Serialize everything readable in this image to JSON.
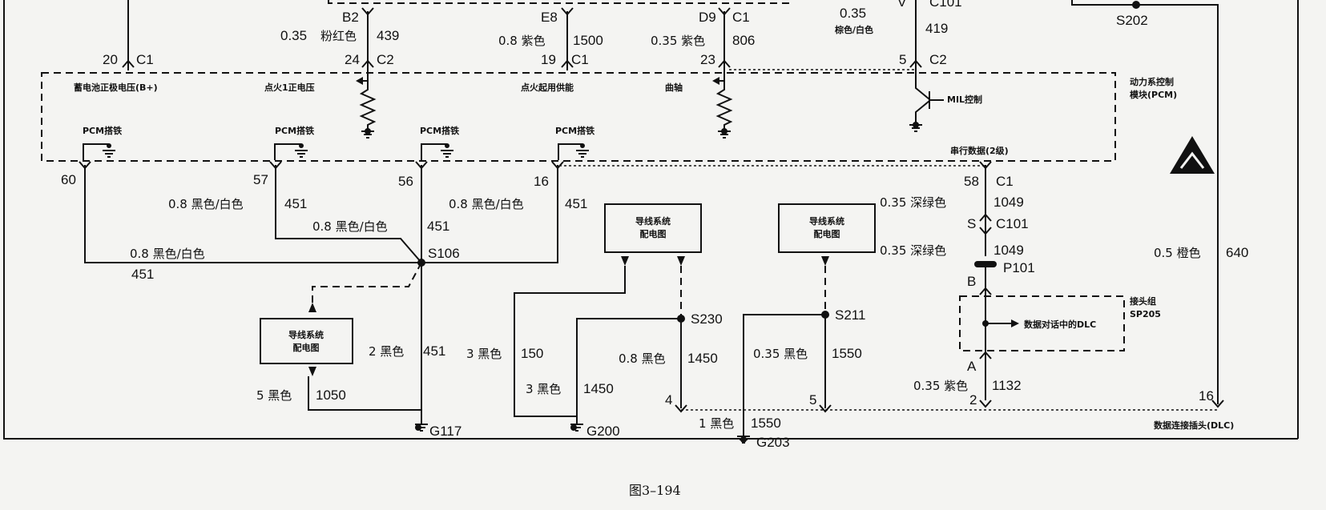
{
  "figure": {
    "caption": "图3–194"
  },
  "pcm": {
    "title_line1": "动力系控制",
    "title_line2": "模块(PCM)",
    "battery": "蓄电池正极电压(B+)",
    "ign1": "点火1正电压",
    "crank_enable": "点火起用供能",
    "crank": "曲轴",
    "mil": "MIL控制",
    "serial": "串行数据(2级)",
    "pcm_ground": "PCM搭铁"
  },
  "top": {
    "c101_letter": "V",
    "c101": "C101",
    "s202": "S202",
    "b2": "B2",
    "b2_gauge": "0.35",
    "b2_color": "粉红色",
    "b2_circuit": "439",
    "b2_pin": "24",
    "b2_conn": "C2",
    "e8": "E8",
    "e8_desc": "0.8 紫色",
    "e8_circuit": "1500",
    "e8_pin": "19",
    "e8_conn": "C1",
    "d9": "D9",
    "d9_conn_top": "C1",
    "d9_desc": "0.35 紫色",
    "d9_circuit": "806",
    "d9_pin": "23",
    "mil_gauge": "0.35",
    "mil_color": "棕色/白色",
    "mil_circuit": "419",
    "mil_pin": "5",
    "mil_conn": "C2",
    "bat_pin": "20",
    "bat_conn": "C1"
  },
  "grounds": {
    "p60": "60",
    "p57": "57",
    "p56": "56",
    "p16": "16",
    "w1_desc": "0.8 黑色/白色",
    "w1_circuit": "451",
    "w2_desc": "0.8 黑色/白色",
    "w2_circuit": "451",
    "w3_desc": "0.8 黑色/白色",
    "w3_circuit": "451",
    "w4_desc": "0.8 黑色/白色",
    "w4_circuit": "451",
    "s106": "S106",
    "ref_l1": "导线系统",
    "ref_l2": "配电图",
    "g117_wire_desc": "2 黑色",
    "g117_wire_circuit": "451",
    "w1050_desc": "5 黑色",
    "w1050_circuit": "1050",
    "g117": "G117"
  },
  "mid": {
    "ref_a_l1": "导线系统",
    "ref_a_l2": "配电图",
    "ref_b_l1": "导线系统",
    "ref_b_l2": "配电图",
    "w150_desc": "3 黑色",
    "w150_circuit": "150",
    "s230": "S230",
    "w1450a_desc": "0.8 黑色",
    "w1450a_circuit": "1450",
    "w1450b_desc": "3 黑色",
    "w1450b_circuit": "1450",
    "g200": "G200",
    "s211": "S211",
    "w1550a_desc": "0.35 黑色",
    "w1550a_circuit": "1550",
    "w1550b_desc": "1 黑色",
    "w1550b_circuit": "1550",
    "g203": "G203",
    "dlc_pin4": "4",
    "dlc_pin5": "5"
  },
  "serial": {
    "pin58": "58",
    "conn_c1": "C1",
    "w1049a_desc": "0.35 深绿色",
    "w1049a_circuit": "1049",
    "s_letter": "S",
    "c101": "C101",
    "w1049b_desc": "0.35 深绿色",
    "w1049b_circuit": "1049",
    "p101": "P101",
    "b_letter": "B",
    "sp205_l1": "接头组",
    "sp205_l2": "SP205",
    "dlc_serial": "数据对话中的DLC",
    "a_letter": "A",
    "w1132_desc": "0.35 紫色",
    "w1132_circuit": "1132",
    "dlc_pin2": "2",
    "dlc_pin16": "16",
    "dlc_label": "数据连接插头(DLC)",
    "w640_desc": "0.5 橙色",
    "w640_circuit": "640"
  }
}
